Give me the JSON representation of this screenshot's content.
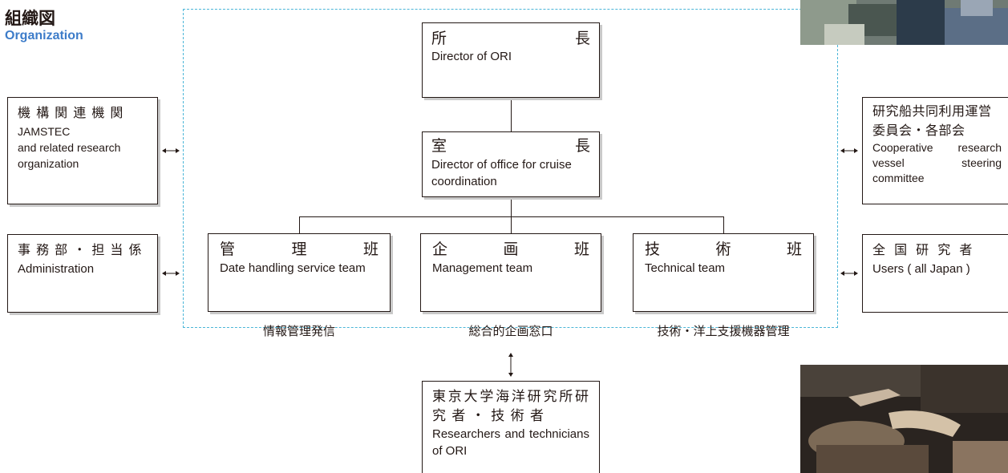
{
  "header": {
    "title_jp": "組織図",
    "title_en": "Organization",
    "accent_color": "#3d7cc9"
  },
  "director": {
    "jp": [
      "所",
      "長"
    ],
    "en": "Director of ORI"
  },
  "office": {
    "jp": [
      "室",
      "長"
    ],
    "en": "Director of office for cruise coordination"
  },
  "teams": [
    {
      "jp": [
        "管",
        "理",
        "班"
      ],
      "en": "Date handling service team",
      "caption": "情報管理発信"
    },
    {
      "jp": [
        "企",
        "画",
        "班"
      ],
      "en": "Management team",
      "caption": "総合的企画窓口"
    },
    {
      "jp": [
        "技",
        "術",
        "班"
      ],
      "en": "Technical team",
      "caption": "技術・洋上支援機器管理"
    }
  ],
  "left": [
    {
      "jp": "機 構 関 連 機 関",
      "en": "JAMSTEC\nand related research organization"
    },
    {
      "jp": "事 務 部 ・ 担 当 係",
      "en": "Administration"
    }
  ],
  "right": [
    {
      "jp": "研究船共同利用運営委員会・各部会",
      "en": "Cooperative research vessel steering committee"
    },
    {
      "jp": "全 国 研 究 者",
      "en": "Users ( all Japan )"
    }
  ],
  "bottom": {
    "jp": "東京大学海洋研究所研 究 者 ・ 技 術 者",
    "en": "Researchers and technicians of ORI"
  },
  "colors": {
    "dashed_border": "#4bb6d8",
    "box_shadow": "#c9c9c9",
    "text": "#231815"
  },
  "photos": [
    "ship-equipment-photo",
    "technician-at-work-photo"
  ]
}
